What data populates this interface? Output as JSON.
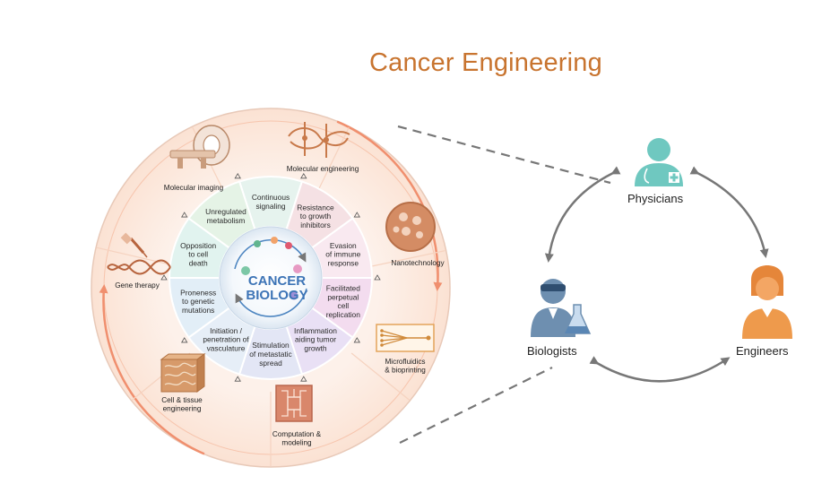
{
  "title": "Cancer Engineering",
  "center": {
    "line1": "CANCER",
    "line2": "BIOLOGY"
  },
  "hallmarks": [
    {
      "lines": [
        "Continuous",
        "signaling"
      ]
    },
    {
      "lines": [
        "Resistance",
        "to growth",
        "inhibitors"
      ]
    },
    {
      "lines": [
        "Evasion",
        "of immune",
        "response"
      ]
    },
    {
      "lines": [
        "Facilitated",
        "perpetual",
        "cell",
        "replication"
      ]
    },
    {
      "lines": [
        "Inflammation",
        "aiding tumor",
        "growth"
      ]
    },
    {
      "lines": [
        "Stimulation",
        "of metastatic",
        "spread"
      ]
    },
    {
      "lines": [
        "Initiation /",
        "penetration of",
        "vasculature"
      ]
    },
    {
      "lines": [
        "Proneness",
        "to genetic",
        "mutations"
      ]
    },
    {
      "lines": [
        "Opposition",
        "to cell",
        "death"
      ]
    },
    {
      "lines": [
        "Unregulated",
        "metabolism"
      ]
    }
  ],
  "approaches": [
    {
      "lines": [
        "Molecular engineering"
      ],
      "icon": "molecular-engineering-icon"
    },
    {
      "lines": [
        "Nanotechnology"
      ],
      "icon": "nanoparticle-icon"
    },
    {
      "lines": [
        "Microfluidics",
        "& bioprinting"
      ],
      "icon": "microfluidic-chip-icon"
    },
    {
      "lines": [
        "Computation &",
        "modeling"
      ],
      "icon": "circuit-chip-icon"
    },
    {
      "lines": [
        "Cell & tissue",
        "engineering"
      ],
      "icon": "tissue-scaffold-icon"
    },
    {
      "lines": [
        "Gene therapy"
      ],
      "icon": "dna-syringe-icon"
    },
    {
      "lines": [
        "Molecular imaging"
      ],
      "icon": "mri-scanner-icon"
    }
  ],
  "roles": {
    "physicians": "Physicians",
    "biologists": "Biologists",
    "engineers": "Engineers"
  },
  "colors": {
    "title": "#c8742f",
    "ring_outer": "#fbe4d6",
    "ring_accent": "#f08f6e",
    "physician_teal": "#6fc8c0",
    "biologist_blue": "#6e8fb0",
    "engineer_orange": "#ee9a4c",
    "arrow_gray": "#777777"
  }
}
